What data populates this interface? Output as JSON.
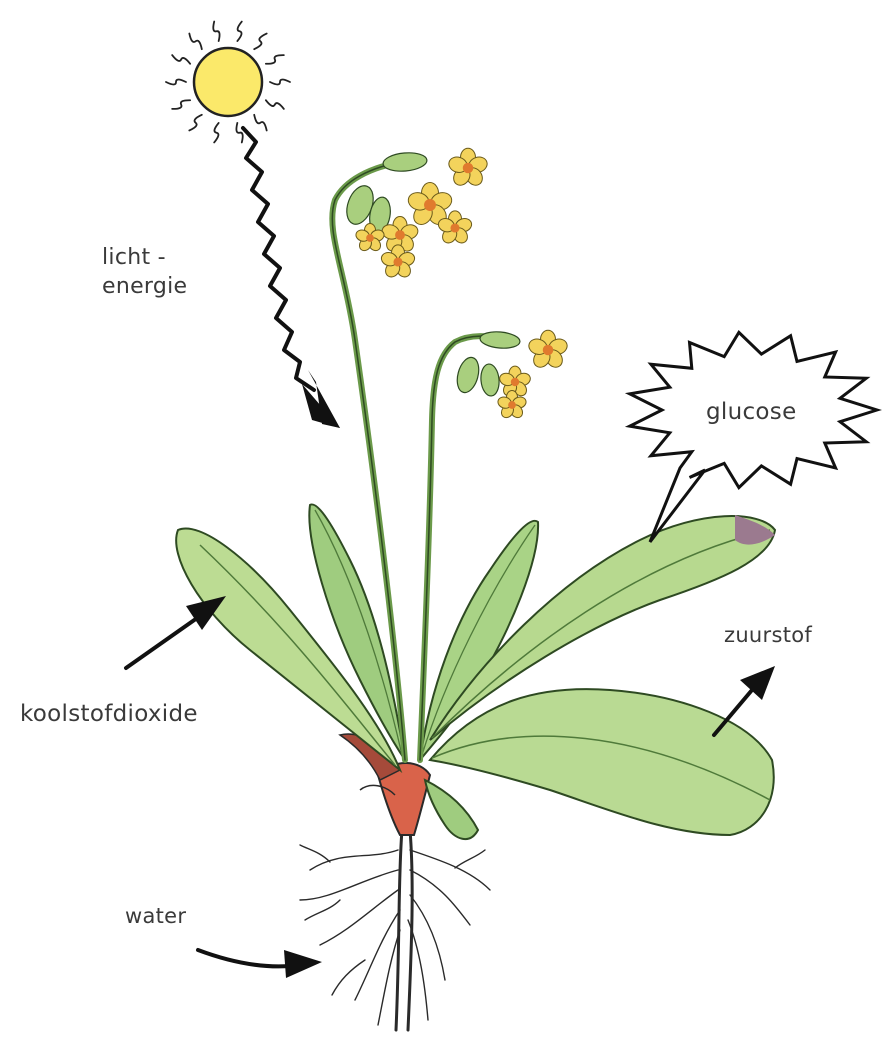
{
  "labels": {
    "light_line1": "licht -",
    "light_line2": "energie",
    "glucose": "glucose",
    "oxygen": "zuurstof",
    "carbon_dioxide": "koolstofdioxide",
    "water": "water"
  },
  "colors": {
    "sun": "#fbe96a",
    "leaf": "#b9d98f",
    "leaf_dark": "#4f7a3a",
    "flower": "#f3d35c",
    "flower_center": "#e07a2e",
    "stem_base": "#d9634a",
    "ink": "#1a1a1a"
  }
}
